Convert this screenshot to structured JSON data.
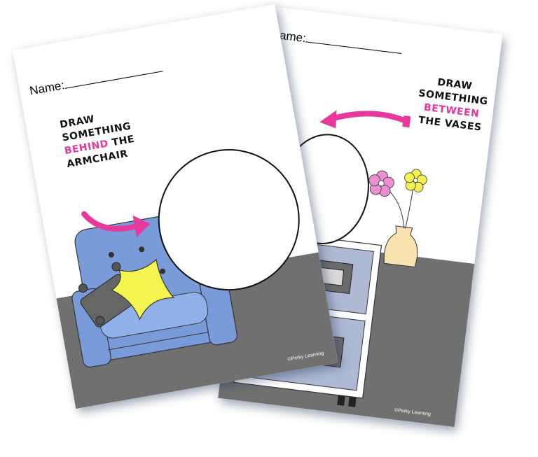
{
  "left_sheet": {
    "name_label": "Name:",
    "prompt": {
      "before": "DRAW SOMETHING",
      "highlight": "BEHIND",
      "after": "THE ARMCHAIR"
    },
    "credit": "©Perky Learning",
    "colors": {
      "accent": "#e6399b",
      "floor": "#707070",
      "armchair": "#7a9bd9",
      "pillow": "#f4f44f"
    }
  },
  "right_sheet": {
    "name_label": "Name:",
    "prompt": {
      "before": "DRAW SOMETHING",
      "highlight": "BETWEEN",
      "after": "THE VASES"
    },
    "credit": "©Perky Learning",
    "colors": {
      "accent": "#e6399b",
      "floor": "#707070",
      "cabinet": "#aeb9d3",
      "vase": "#f8e2b0",
      "flower_pink": "#ec8fd0",
      "flower_yellow": "#f4f050"
    }
  }
}
